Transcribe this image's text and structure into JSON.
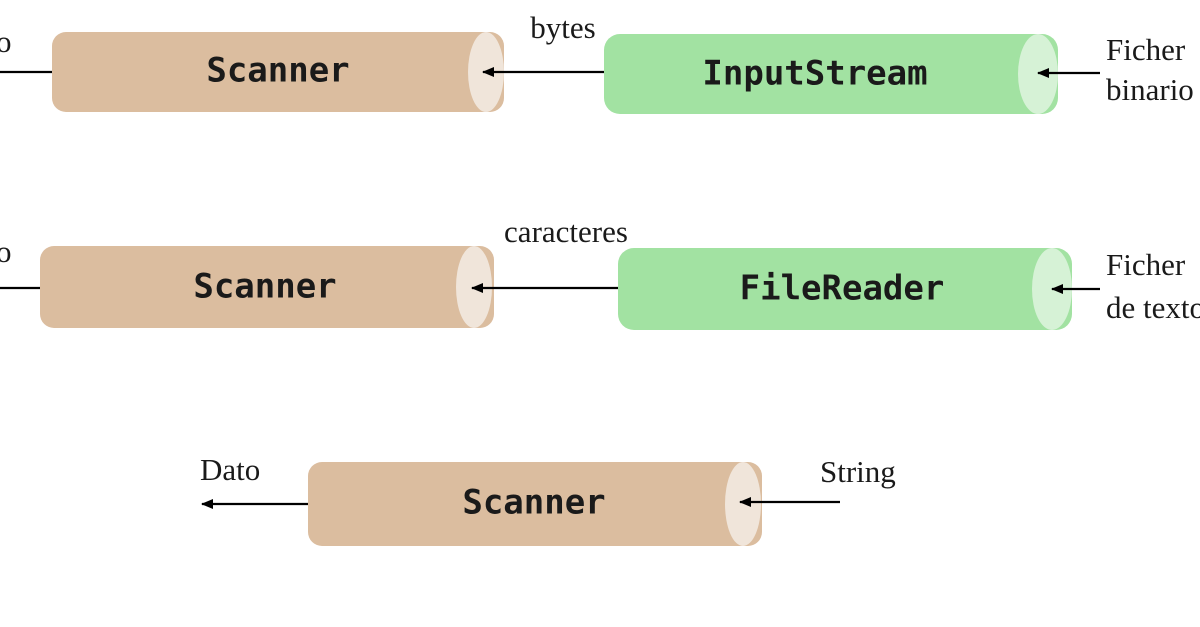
{
  "colors": {
    "scanner_fill": "#dbbd9f",
    "scanner_cap": "#f0e5da",
    "stream_fill": "#a2e2a2",
    "stream_cap": "#d6f2d6",
    "arrow": "#000000"
  },
  "rows": [
    {
      "output_label": "o",
      "scanner_label": "Scanner",
      "middle_label": "bytes",
      "stream_label": "InputStream",
      "input_label_line1": "Ficher",
      "input_label_line2": "binario"
    },
    {
      "output_label": "o",
      "scanner_label": "Scanner",
      "middle_label": "caracteres",
      "stream_label": "FileReader",
      "input_label_line1": "Ficher",
      "input_label_line2": "de texto"
    },
    {
      "output_label": "Dato",
      "scanner_label": "Scanner",
      "input_label": "String"
    }
  ]
}
